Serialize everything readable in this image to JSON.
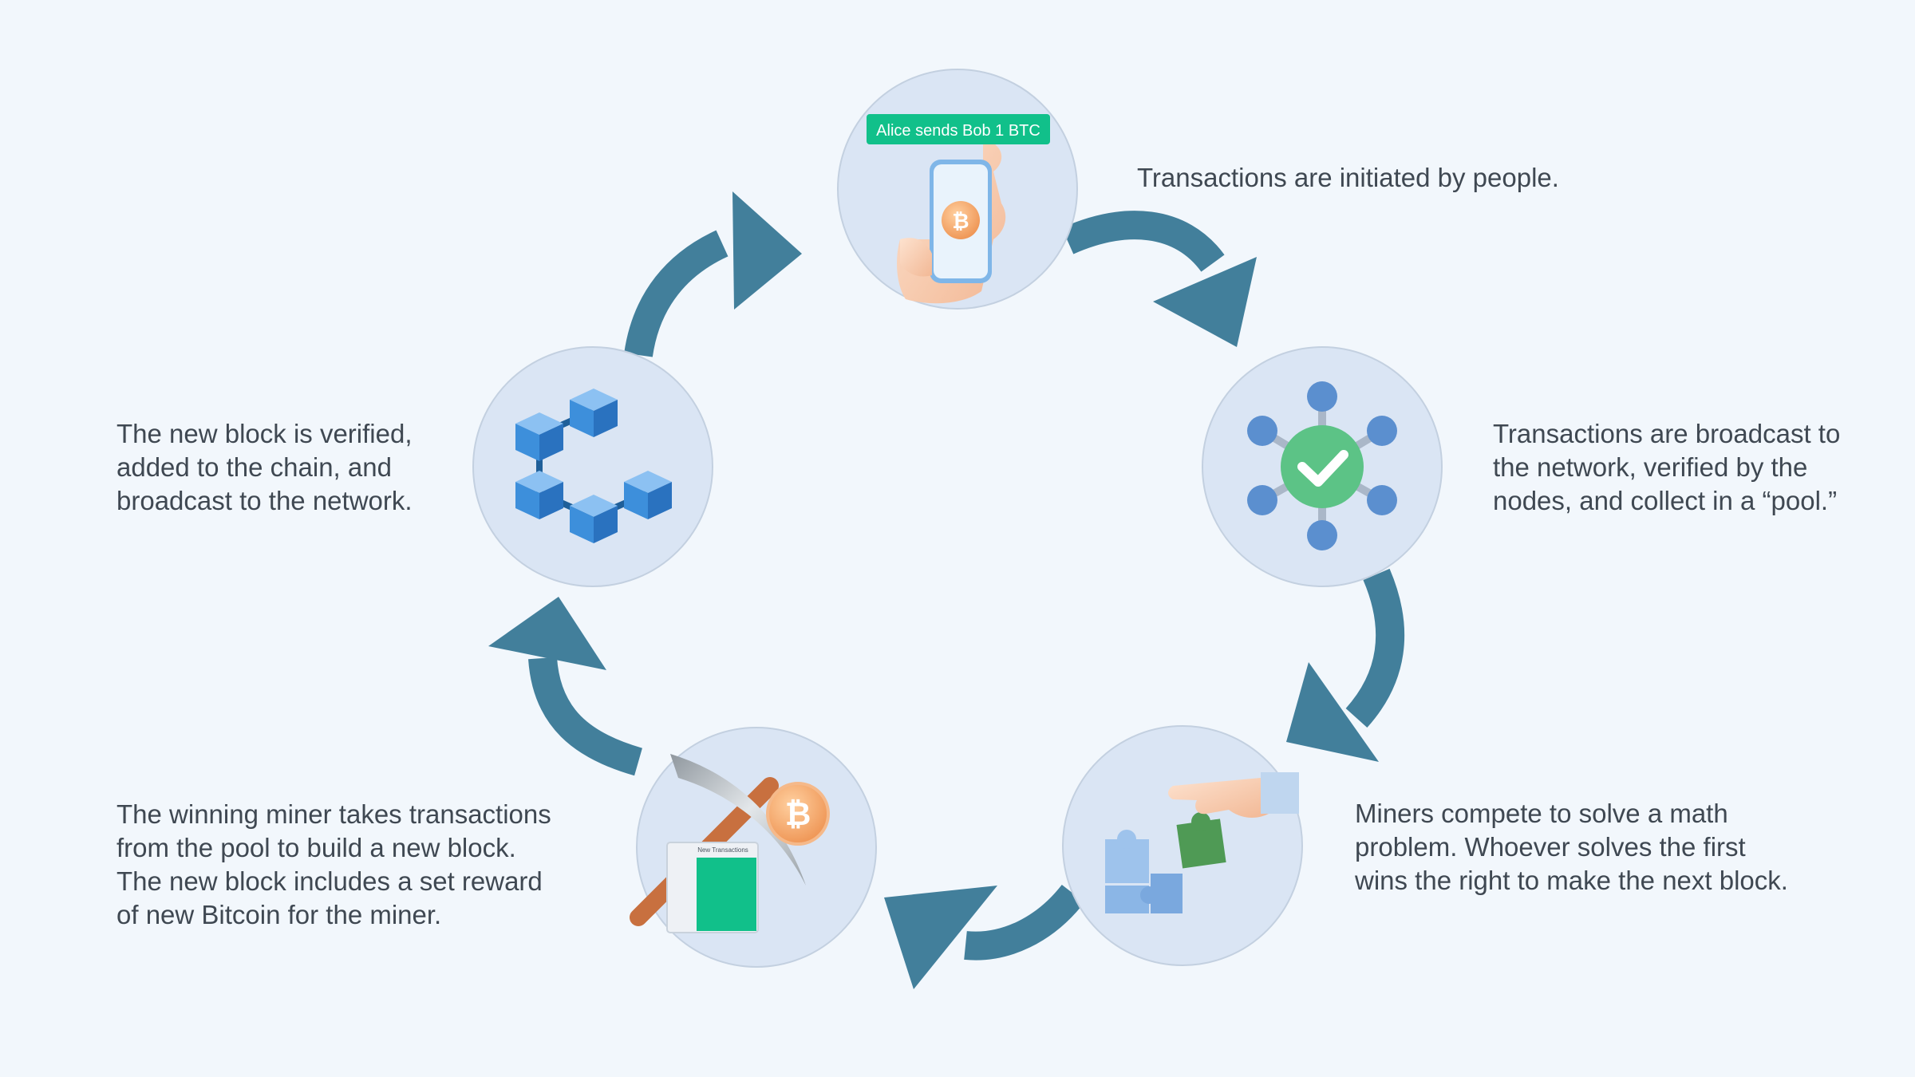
{
  "steps": [
    {
      "id": "initiate",
      "illustration": "hand-holding-phone-with-bitcoin",
      "badge": "Alice sends Bob 1 BTC",
      "lines": [
        "Transactions are initiated by people."
      ]
    },
    {
      "id": "broadcast",
      "illustration": "network-nodes-checkmark",
      "lines": [
        "Transactions are broadcast to",
        "the network, verified by the",
        "nodes, and collect in a “pool.”"
      ]
    },
    {
      "id": "compete",
      "illustration": "hand-placing-puzzle-piece",
      "lines": [
        "Miners compete to solve a math",
        "problem. Whoever solves the first",
        "wins the right to make the next block."
      ]
    },
    {
      "id": "build",
      "illustration": "pickaxe-bitcoin-new-transactions",
      "card_label": "New Transactions",
      "lines": [
        "The winning miner takes transactions",
        "from the pool to build a new block.",
        "The new block includes a set reward",
        "of new Bitcoin for the miner."
      ]
    },
    {
      "id": "chain",
      "illustration": "linked-blue-blocks",
      "lines": [
        "The new block is verified,",
        "added to the chain, and",
        "broadcast to the network."
      ]
    }
  ],
  "colors": {
    "background": "#f2f7fc",
    "circle_fill": "#dae5f4",
    "circle_stroke": "#c3d0e0",
    "arrow": "#427f9b",
    "accent_green": "#11c08a",
    "text": "#3f4852",
    "bitcoin_orange": "#f5a462",
    "block_blue": "#2f82d2"
  }
}
